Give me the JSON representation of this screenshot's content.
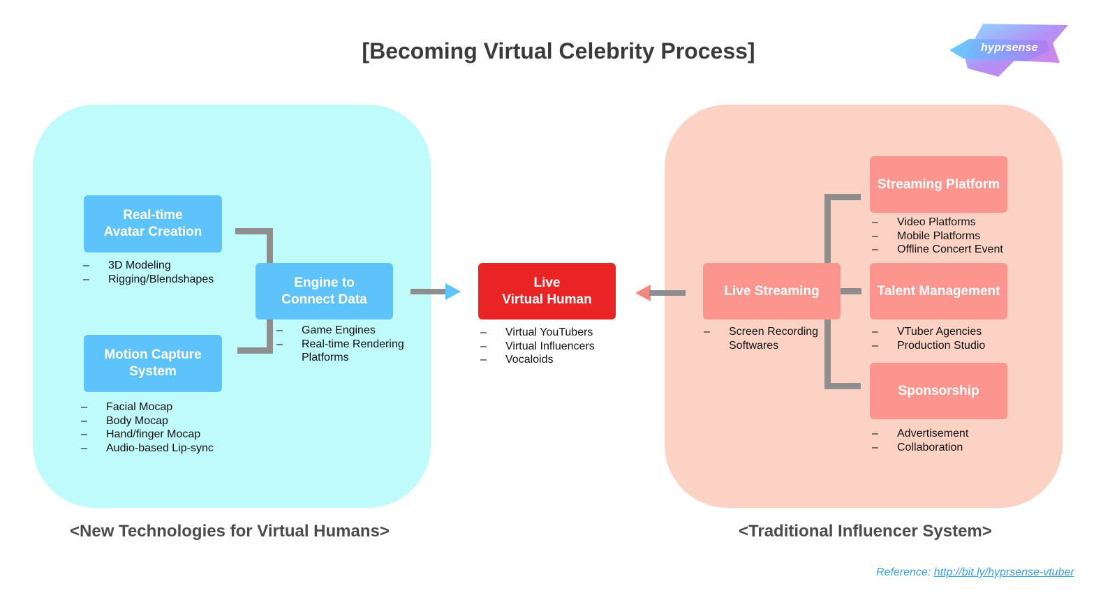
{
  "title": "[Becoming Virtual Celebrity Process]",
  "logo": {
    "text": "hyprsense"
  },
  "left_panel": {
    "caption": "<New Technologies for Virtual Humans>",
    "color": "#c0fbfb",
    "nodes": {
      "avatar_creation": {
        "label": "Real-time\nAvatar Creation",
        "items": [
          "3D Modeling",
          "Rigging/Blendshapes"
        ]
      },
      "motion_capture": {
        "label": "Motion Capture\nSystem",
        "items": [
          "Facial Mocap",
          "Body Mocap",
          "Hand/finger Mocap",
          "Audio-based Lip-sync"
        ]
      },
      "engine": {
        "label": "Engine to\nConnect Data",
        "items": [
          "Game Engines",
          "Real-time Rendering"
        ],
        "items_continuation": "Platforms"
      }
    }
  },
  "center": {
    "label": "Live\nVirtual Human",
    "items": [
      "Virtual YouTubers",
      "Virtual Influencers",
      "Vocaloids"
    ]
  },
  "right_panel": {
    "caption": "<Traditional Influencer System>",
    "color": "#fcd2c5",
    "nodes": {
      "live_streaming": {
        "label": "Live Streaming",
        "items": [
          "Screen Recording"
        ],
        "items_continuation": "Softwares"
      },
      "streaming_platform": {
        "label": "Streaming Platform",
        "items": [
          "Video Platforms",
          "Mobile Platforms",
          "Offline Concert Event"
        ]
      },
      "talent_management": {
        "label": "Talent Management",
        "items": [
          "VTuber Agencies",
          "Production Studio"
        ]
      },
      "sponsorship": {
        "label": "Sponsorship",
        "items": [
          "Advertisement",
          "Collaboration"
        ]
      }
    }
  },
  "reference": {
    "prefix": "Reference: ",
    "link": "http://bit.ly/hyprsense-vtuber"
  },
  "colors": {
    "blue_node": "#5ec2fb",
    "red_node": "#ea2424",
    "salmon_node": "#fb958e",
    "connector": "#8e8e8e",
    "arrow_left_head": "#5ec2fb",
    "arrow_right_head": "#f4877f",
    "link": "#3aa0e0"
  }
}
